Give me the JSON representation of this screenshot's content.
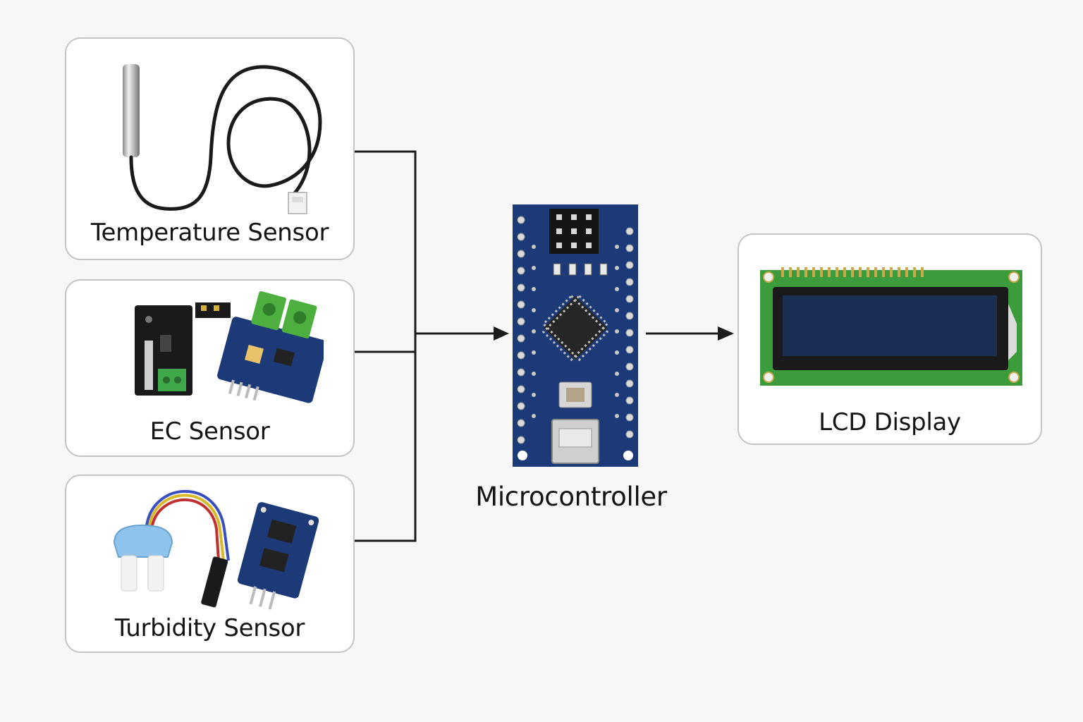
{
  "sensors": {
    "temperature": {
      "label": "Temperature Sensor",
      "icon": "temperature-probe-icon"
    },
    "ec": {
      "label": "EC Sensor",
      "icon": "ec-sensor-module-icon"
    },
    "turbidity": {
      "label": "Turbidity Sensor",
      "icon": "turbidity-sensor-icon"
    }
  },
  "microcontroller": {
    "label": "Microcontroller",
    "icon": "microcontroller-board-icon"
  },
  "display": {
    "label": "LCD Display",
    "icon": "lcd-module-icon"
  },
  "colors": {
    "background": "#f7f7f7",
    "card_border": "#c4c4c4",
    "connector": "#1c1c1c",
    "pcb_blue": "#1d3a78",
    "pcb_green": "#3c9c3c",
    "lcd_screen": "#1b2f55"
  }
}
